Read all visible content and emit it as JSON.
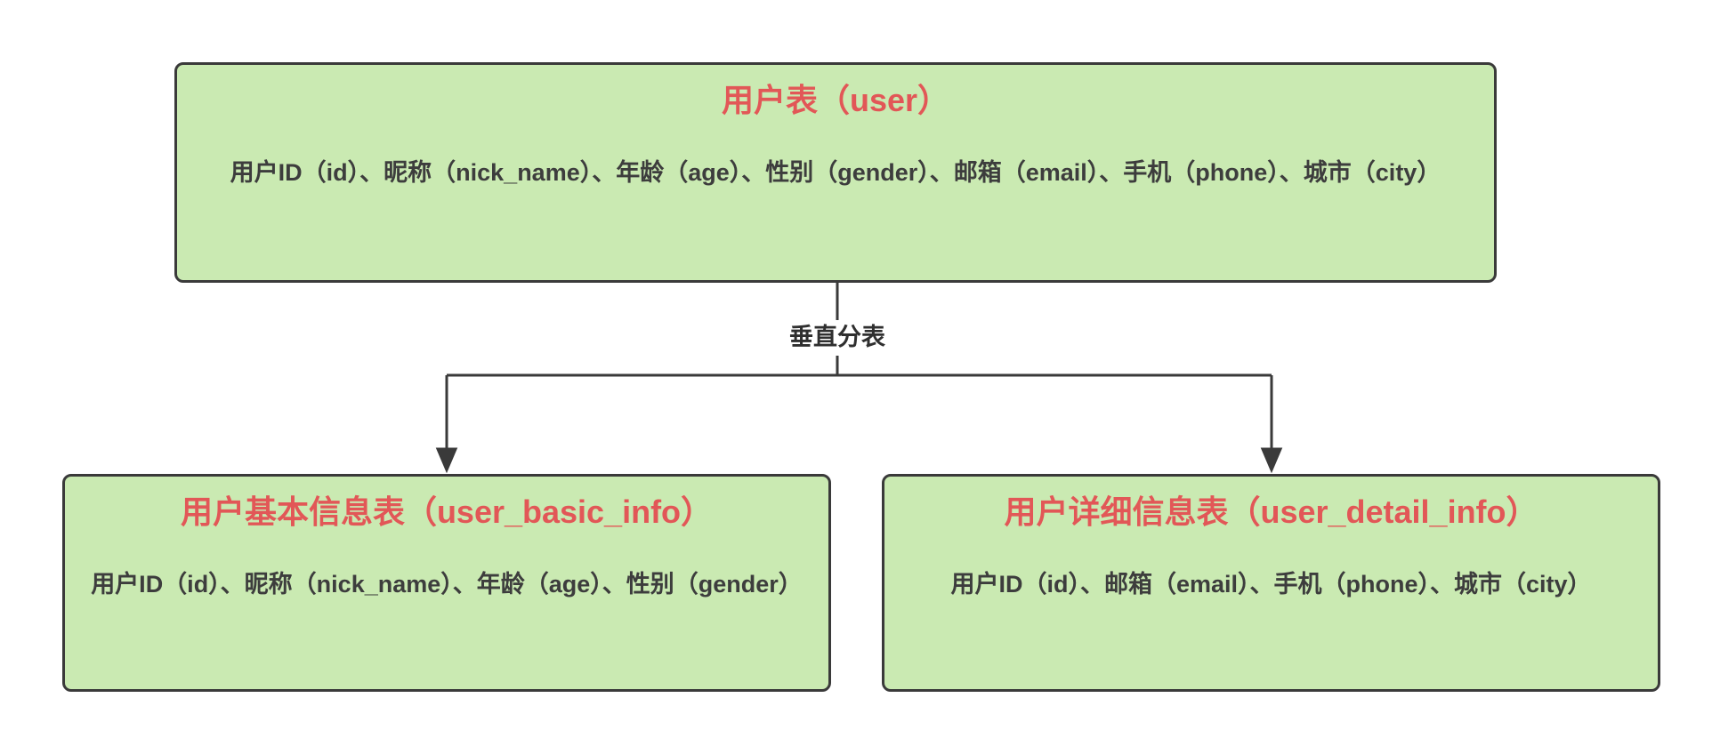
{
  "colors": {
    "background": "#ffffff",
    "node-fill": "#caeab2",
    "node-border": "#3a3a3a",
    "node-title": "#e25757",
    "node-text": "#3d3d3d",
    "connector": "#3a3a3a",
    "label-text": "#2f2f2f"
  },
  "connector": {
    "label": "垂直分表"
  },
  "nodes": {
    "user": {
      "title": "用户表（user）",
      "fields": "用户ID（id）、昵称（nick_name）、年龄（age）、性别（gender）、邮箱（email）、手机（phone）、城市（city）"
    },
    "user_basic_info": {
      "title": "用户基本信息表（user_basic_info）",
      "fields": "用户ID（id）、昵称（nick_name）、年龄（age）、性别（gender）"
    },
    "user_detail_info": {
      "title": "用户详细信息表（user_detail_info）",
      "fields": "用户ID（id）、邮箱（email）、手机（phone）、城市（city）"
    }
  }
}
